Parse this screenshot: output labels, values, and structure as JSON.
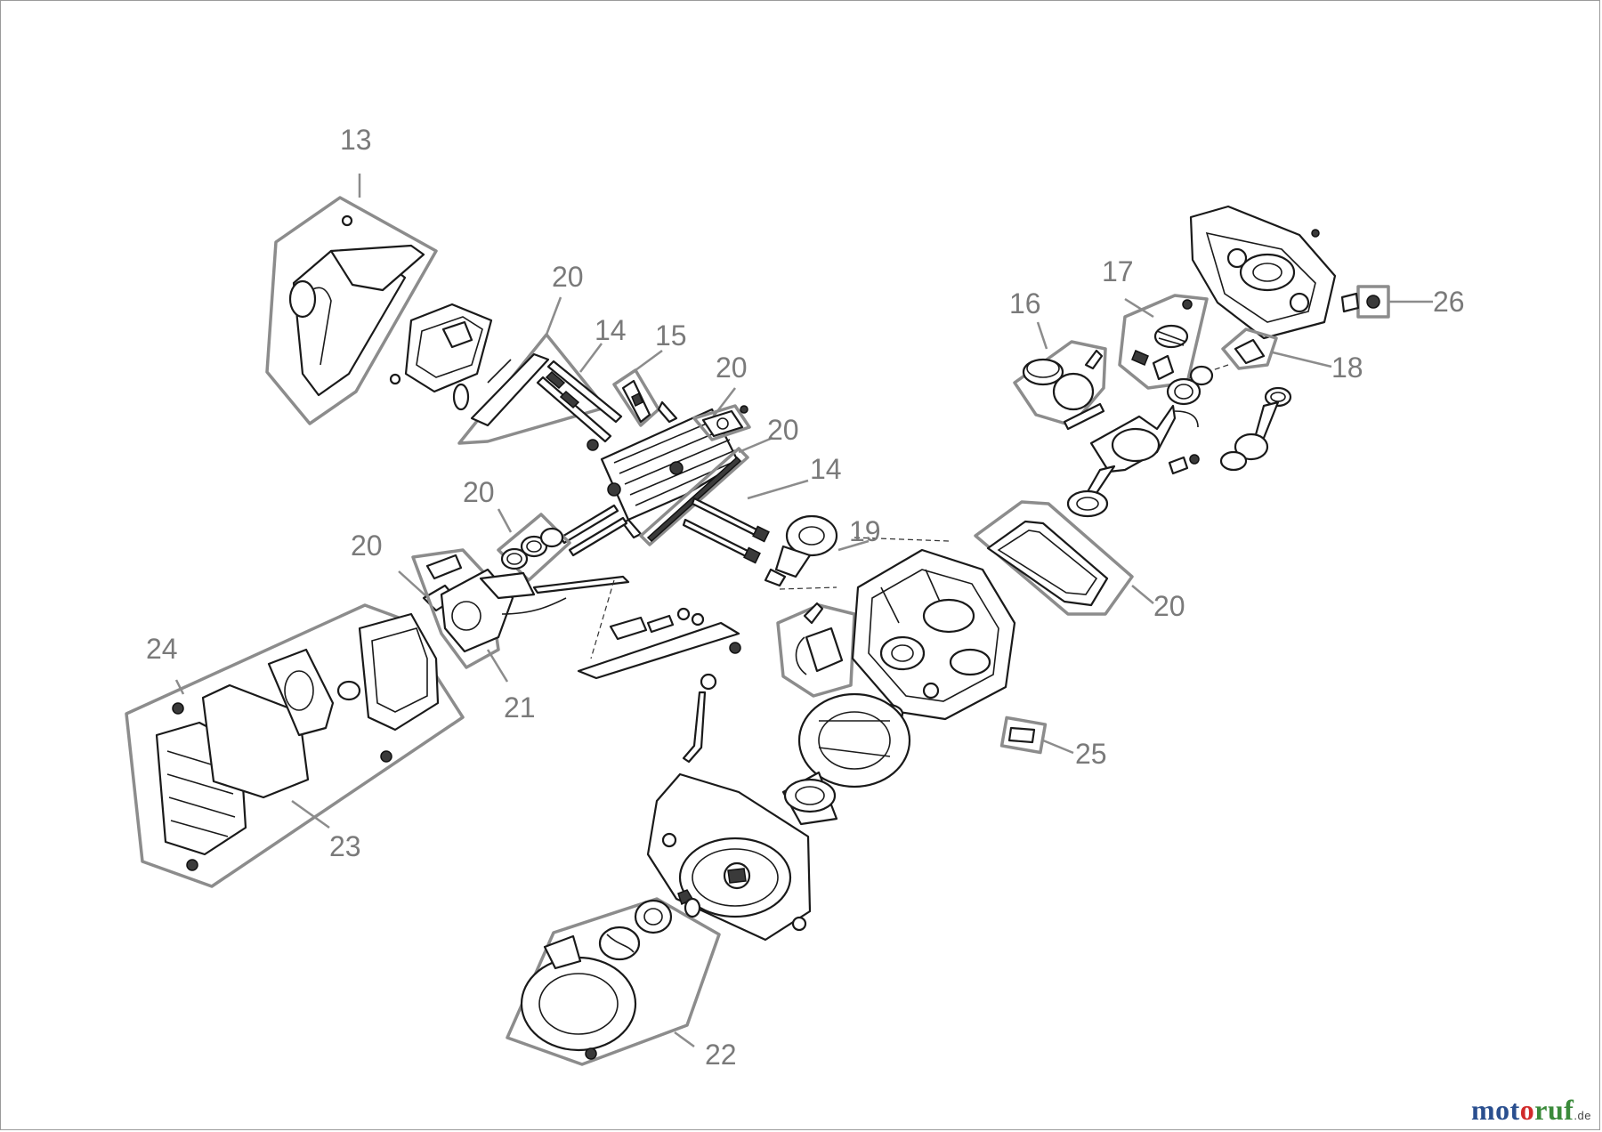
{
  "callouts": {
    "c13": "13",
    "c20a": "20",
    "c14a": "14",
    "c15": "15",
    "c20b": "20",
    "c20c": "20",
    "c14b": "14",
    "c20d": "20",
    "c20e": "20",
    "c17": "17",
    "c16": "16",
    "c26": "26",
    "c18": "18",
    "c19": "19",
    "c20f": "20",
    "c24": "24",
    "c21": "21",
    "c23": "23",
    "c25": "25",
    "c22": "22"
  },
  "brand": {
    "part1": "mot",
    "part2": "o",
    "part3": "ruf",
    "tld": ".de"
  },
  "colors": {
    "outline": "#8c8c8c",
    "callout_text": "#7a7a7a",
    "line_art": "#1a1a1a",
    "brand_blue": "#2a4f8f",
    "brand_red": "#d12a2a",
    "brand_green": "#3a8a3a"
  }
}
